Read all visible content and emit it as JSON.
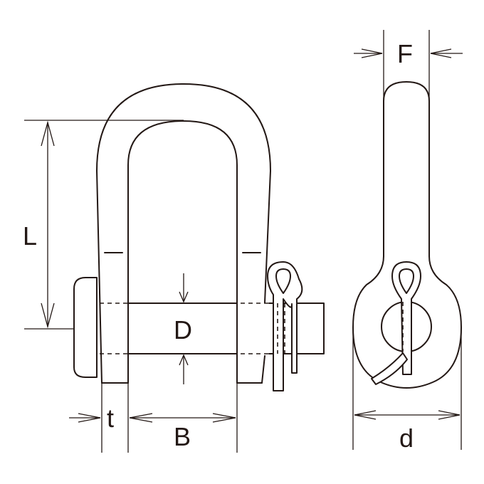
{
  "diagram": {
    "line_color": "#231815",
    "background": "#ffffff",
    "labels": {
      "F": "F",
      "L": "L",
      "D": "D",
      "t": "t",
      "B": "B",
      "d": "d"
    }
  }
}
